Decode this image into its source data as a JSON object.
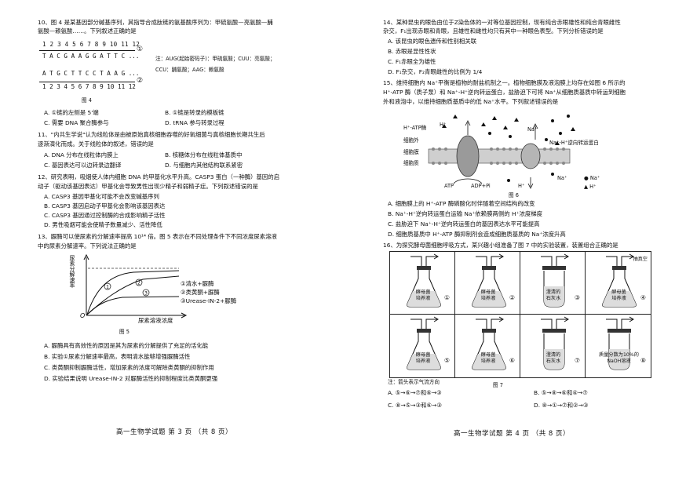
{
  "left": {
    "q10": {
      "line1": "10、图 4 是某基因部分碱基序列，其指导合成肽链的氨基酸序列为：甲硫氨酸—亮氨酸—脯",
      "line2": "氨酸—赖氨酸……。下列叙述正确的是",
      "numbers": "1 2 3 4 5 6 7 8 9 10 11 12",
      "strand1": "T A C G A A G G A T T C ...",
      "strand2": "A T G C T T C C T A A G ...",
      "marker1": "①",
      "marker2": "②",
      "note_line1": "注：AUG(起始密码子)：甲硫氨酸；CUU：亮氨酸；",
      "note_line2": "CCU：脯氨酸；AAG：赖氨酸",
      "fig_label": "图 4",
      "opt_a": "A. ①链的左侧是 5'端",
      "opt_b": "B. ①链是转录的模板链",
      "opt_c": "C. 需要 DNA 聚合酶参与",
      "opt_d": "D. tRNA 参与转录过程"
    },
    "q11": {
      "line1": "11、\"内共生学说\"认为线粒体是由被原始真核细胞吞噬的好氧细菌与真核细胞长期共生后",
      "line2": "逐渐演化而成。关于线粒体的叙述，错误的是",
      "opt_a": "A. DNA 分布在线粒体内膜上",
      "opt_b": "B. 核糖体分布在线粒体基质中",
      "opt_c": "C. 基因表达可以边转录边翻译",
      "opt_d": "D. 与细胞内其他结构联系紧密"
    },
    "q12": {
      "line1": "12、研究表明，吸烟使人体内细胞 DNA 的甲基化水平升高。CASP3 蛋白（一种酶）基因的启",
      "line2": "动子（驱动该基因表达）甲基化会导致男性出现少精子和弱精子症。下列叙述错误的是",
      "opt_a": "A. CASP3 基因甲基化可能不会改变碱基序列",
      "opt_b": "B. CASP3 基因启动子甲基化会影响该基因表达",
      "opt_c": "C. CASP3 基因通过控制酶的合成影响精子活性",
      "opt_d": "D. 男性吸烟可能会使精子数量减少、活性降低"
    },
    "q13": {
      "line1": "13、脲酶可以使尿素的分解速率提高 10¹⁴ 倍。图 5 表示在不同处理条件下不同浓度尿素溶液",
      "line2": "中的尿素分解速率。下列说法正确的是",
      "ylabel": "尿素分解速率",
      "xlabel": "尿素溶液浓度",
      "origin": "O",
      "legend1": "①清水+脲酶",
      "legend2": "②类黄酮+脲酶",
      "legend3": "③Urease-IN-2+脲酶",
      "fig_label": "图 5",
      "opt_a": "A. 脲酶具有高效性的原因是其为尿素的分解提供了充足的活化能",
      "opt_b": "B. 实验①尿素分解速率最高，表明清水能够增强脲酶活性",
      "opt_c": "C. 类黄酮抑制脲酶活性，增加尿素的浓度可解除类黄酮的抑制作用",
      "opt_d": "D. 实验结果说明 Urease-IN-2 对脲酶活性的抑制程度比类黄酮更强"
    },
    "footer": "高一生物学试题 第 3 页 （共 8 页）"
  },
  "right": {
    "q14": {
      "line1": "14、某种昆虫的眼色由位于Z染色体的一对等位基因控制，现有纯合赤眼雄性和纯合青眼雌性",
      "line2": "杂交，F₁出现赤眼和青眼，且雄性和雌性均只有其中一种眼色表型。下列分析错误的是",
      "opt_a": "A. 该昆虫的眼色遗传和性别相关联",
      "opt_b": "B. 赤眼是显性性状",
      "opt_c": "C. F₁赤眼全为雄性",
      "opt_d": "D. F₁杂交，F₂青眼雌性的比例为 1/4"
    },
    "q15": {
      "line1": "15、维持细胞内 Na⁺平衡是植物的耐盐机制之一。植物细胞膜及液泡膜上均存在如图 6 所示的",
      "line2": "H⁺-ATP 酶（质子泵）和 Na⁺-H⁺逆向转运蛋白，盐胁迫下可将 Na⁺从细胞质基质中转运到细胞",
      "line3": "外和液泡中，以维持细胞质基质中的低 Na⁺水平。下列叙述错误的是",
      "pump_label": "H⁺-ATP酶",
      "outside_label": "细胞外",
      "membrane_label": "细胞膜",
      "cytoplasm_label": "细胞质",
      "atp": "ATP",
      "adp": "ADP+Pi",
      "h_top": "H⁺",
      "na_top": "Na⁺",
      "antiporter_label": "Na⁺-H⁺逆向转运蛋白",
      "h_bottom": "H⁺",
      "na_bottom": "Na⁺",
      "legend_na": "● Na⁺",
      "legend_h": "▲ H⁺",
      "fig_label": "图 6",
      "opt_a": "A. 细胞膜上的 H⁺-ATP 酶磷酸化时伴随着空间结构的改变",
      "opt_b": "B. Na⁺-H⁺逆向转运蛋白运输 Na⁺依赖膜两侧的 H⁺浓度梯度",
      "opt_c": "C. 盐胁迫下 Na⁺-H⁺逆向转运蛋白的基因表达水平可能提高",
      "opt_d": "D. 细胞质基质中 H⁺-ATP 酶抑制剂会造成细胞质基质的 Na⁺浓度升高"
    },
    "q16": {
      "line1": "16、为探究酵母菌细胞呼吸方式，某兴趣小组准备了图 7 中的实验装置，装置组合正确的是",
      "cells": [
        {
          "label": "酵母菌\n培养液",
          "num": "①",
          "extra": ""
        },
        {
          "label": "酵母菌\n培养液",
          "num": "②",
          "extra": ""
        },
        {
          "label": "澄清的\n石灰水",
          "num": "③",
          "extra": ""
        },
        {
          "label": "酵母菌\n培养液",
          "num": "④",
          "extra": "抽真空"
        },
        {
          "label": "酵母菌\n培养液",
          "num": "⑤",
          "extra": ""
        },
        {
          "label": "酵母菌\n培养液",
          "num": "⑥",
          "extra": ""
        },
        {
          "label": "澄清的\n石灰水",
          "num": "⑦",
          "extra": ""
        },
        {
          "label": "质量分数为10%的\nNaOH溶液",
          "num": "⑧",
          "extra": ""
        }
      ],
      "note": "注：箭头表示气流方向",
      "fig_label": "图 7",
      "opt_a": "A. ⑤→⑥→⑦和⑥→③",
      "opt_b": "B. ⑤→⑧→⑥和④→⑦",
      "opt_c": "C. ⑧→⑤→③和⑥→③",
      "opt_d": "D. ⑧→①→⑦和②→③"
    },
    "footer": "高一生物学试题 第 4 页 （共 8 页）"
  }
}
